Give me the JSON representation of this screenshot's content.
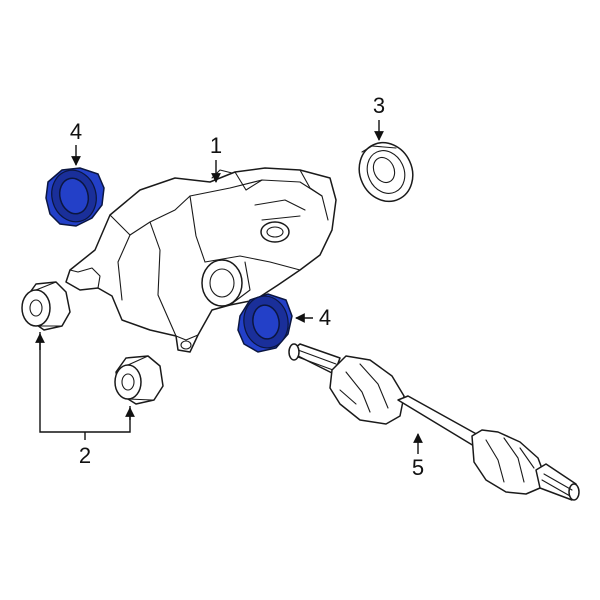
{
  "callouts": {
    "differential": "1",
    "bushings": "2",
    "seal_right": "3",
    "seal_left_top": "4",
    "seal_left_mid": "4",
    "axle_shaft": "5"
  },
  "colors": {
    "highlight": "#2340c8",
    "highlight_dark": "#1a2f9a",
    "line": "#1a1a1a",
    "background": "#ffffff"
  }
}
